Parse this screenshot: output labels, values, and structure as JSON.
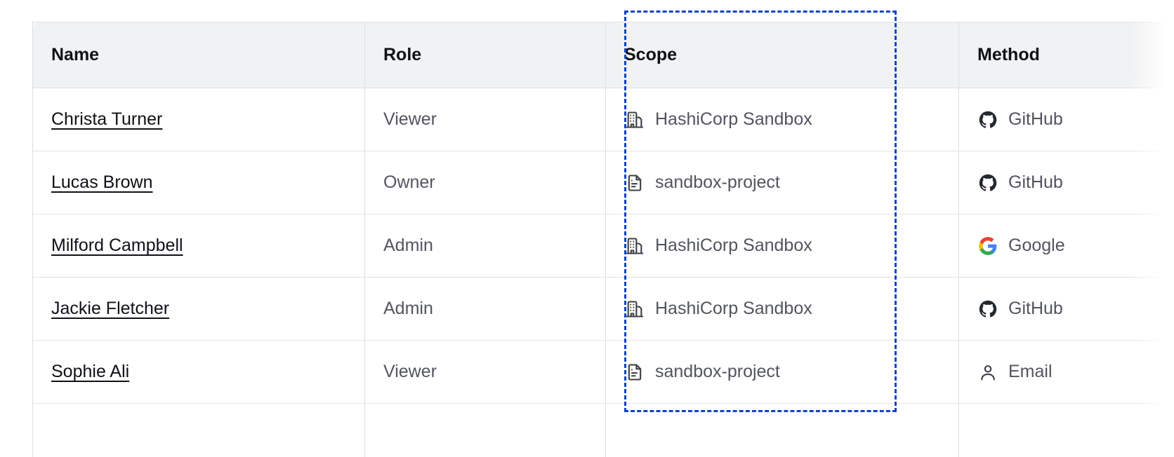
{
  "table": {
    "columns": [
      {
        "key": "name",
        "label": "Name"
      },
      {
        "key": "role",
        "label": "Role"
      },
      {
        "key": "scope",
        "label": "Scope"
      },
      {
        "key": "method",
        "label": "Method"
      }
    ],
    "rows": [
      {
        "name": "Christa Turner",
        "role": "Viewer",
        "scope": "HashiCorp Sandbox",
        "scope_icon": "organization-building-icon",
        "method": "GitHub",
        "method_icon": "github-icon"
      },
      {
        "name": "Lucas Brown",
        "role": "Owner",
        "scope": "sandbox-project",
        "scope_icon": "project-document-icon",
        "method": "GitHub",
        "method_icon": "github-icon"
      },
      {
        "name": "Milford Campbell",
        "role": "Admin",
        "scope": "HashiCorp Sandbox",
        "scope_icon": "organization-building-icon",
        "method": "Google",
        "method_icon": "google-icon"
      },
      {
        "name": "Jackie Fletcher",
        "role": "Admin",
        "scope": "HashiCorp Sandbox",
        "scope_icon": "organization-building-icon",
        "method": "GitHub",
        "method_icon": "github-icon"
      },
      {
        "name": "Sophie Ali",
        "role": "Viewer",
        "scope": "sandbox-project",
        "scope_icon": "project-document-icon",
        "method": "Email",
        "method_icon": "user-person-icon"
      }
    ]
  },
  "selection": {
    "target_column": "Scope",
    "outline_color": "#1043c8",
    "style": "dashed"
  },
  "colors": {
    "header_background": "#f1f2f3",
    "header_text": "#0f1115",
    "body_text": "#52555e",
    "link_text": "#0f1115",
    "border": "#dedfe3",
    "row_border": "#e3e4e8",
    "github_icon": "#24292f",
    "google_blue": "#4285f4",
    "google_red": "#ea4335",
    "google_yellow": "#fbbc05",
    "google_green": "#34a853"
  }
}
